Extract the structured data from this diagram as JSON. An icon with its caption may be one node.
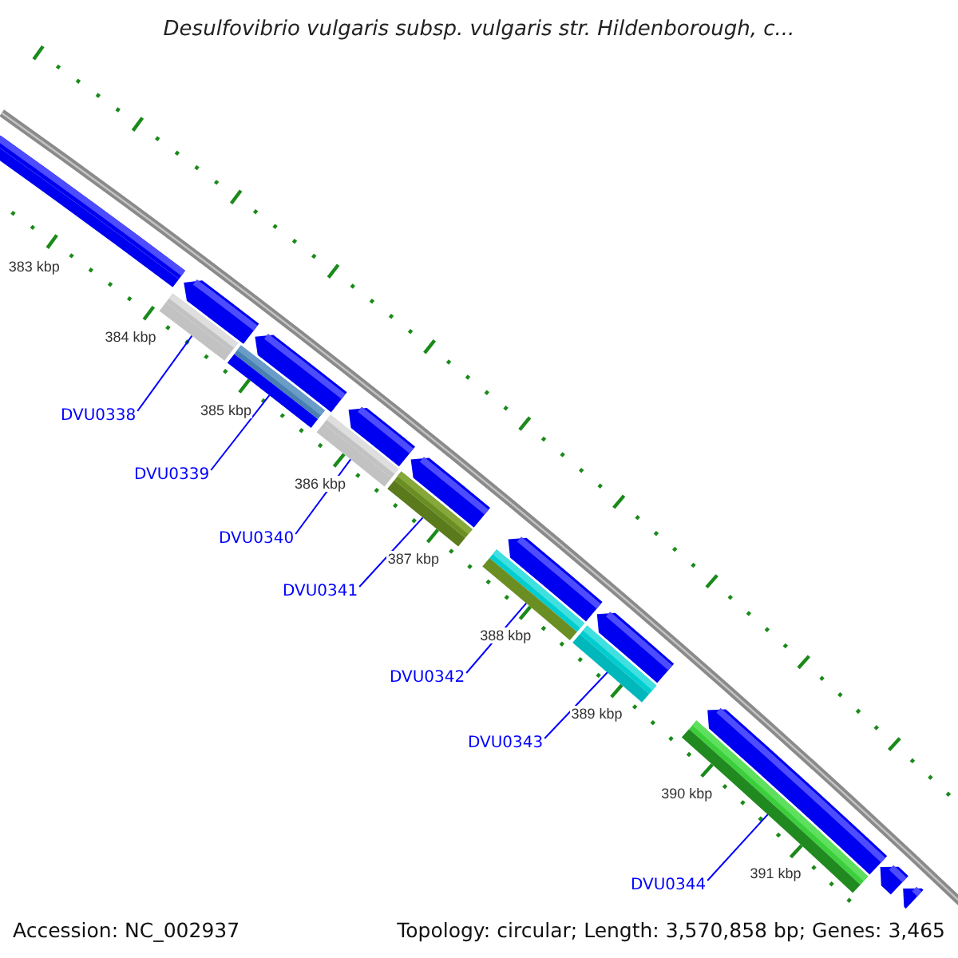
{
  "diagram": {
    "title": "Desulfovibrio vulgaris subsp. vulgaris str. Hildenborough, c...",
    "nodes": [
      {
        "text": [
          "DVU0338"
        ]
      },
      {
        "text": [
          "DVU0339"
        ]
      },
      {
        "text": [
          "DVU0340"
        ]
      },
      {
        "text": [
          "DVU0341"
        ]
      },
      {
        "text": [
          "DVU0342"
        ]
      },
      {
        "text": [
          "DVU0343"
        ]
      },
      {
        "text": [
          "DVU0344"
        ]
      },
      {
        "text": [],
        "shape": "bar"
      },
      {
        "text": [],
        "shape": "bar"
      },
      {
        "text": [],
        "shape": "bar"
      },
      {
        "text": [],
        "shape": "bar"
      },
      {
        "text": [],
        "shape": "bar"
      },
      {
        "text": [],
        "shape": "bar"
      },
      {
        "text": [],
        "shape": "bar"
      },
      {
        "text": [],
        "shape": "bar"
      },
      {
        "text": [],
        "shape": "bar"
      },
      {
        "text": [],
        "shape": "bar"
      },
      {
        "text": [],
        "shape": "bar"
      },
      {
        "text": [],
        "shape": "bar"
      },
      {
        "text": [],
        "shape": "bar"
      },
      {
        "text": [],
        "shape": "bar"
      },
      {
        "text": [],
        "shape": "bar"
      },
      {
        "text": [],
        "shape": "bar"
      },
      {
        "text": [],
        "shape": "bar"
      }
    ],
    "edges": [
      {
        "from": 0,
        "to": 7,
        "arrow": "none"
      },
      {
        "from": 1,
        "to": 8,
        "arrow": "none"
      },
      {
        "from": 2,
        "to": 9,
        "arrow": "none"
      },
      {
        "from": 3,
        "to": 10,
        "arrow": "none"
      },
      {
        "from": 4,
        "to": 11,
        "arrow": "none"
      },
      {
        "from": 5,
        "to": 12,
        "arrow": "none"
      },
      {
        "from": 6,
        "to": 13,
        "arrow": "none"
      }
    ],
    "labels": [
      "383 kbp",
      "384 kbp",
      "385 kbp",
      "386 kbp",
      "387 kbp",
      "388 kbp",
      "389 kbp",
      "390 kbp",
      "391 kbp",
      "Accession: NC_002937",
      "Topology: circular; Length: 3,570,858 bp; Genes: 3,465"
    ]
  }
}
